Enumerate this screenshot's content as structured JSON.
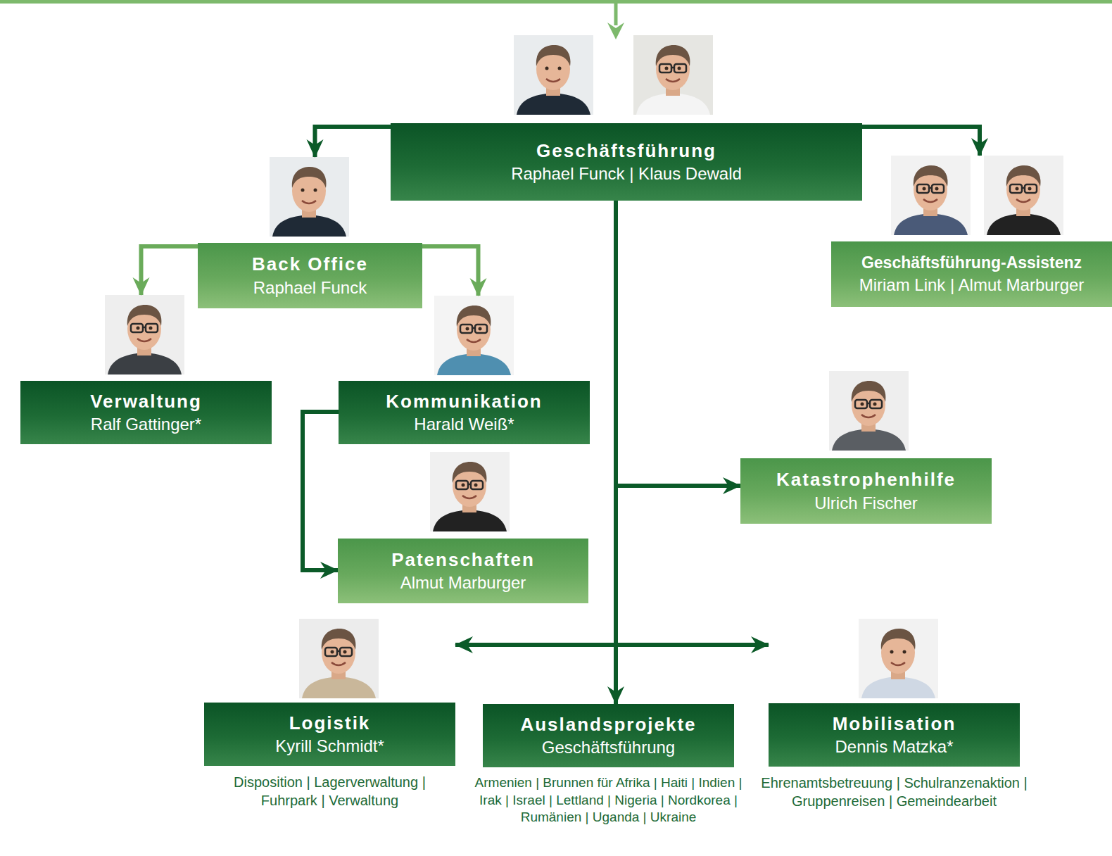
{
  "diagram": {
    "nodes": [
      {
        "text": [
          "Geschäftsführung",
          "Raphael Funck | Klaus Dewald"
        ]
      },
      {
        "text": [
          "Back Office",
          "Raphael Funck"
        ]
      },
      {
        "text": [
          "Geschäftsführung-Assistenz",
          "Miriam Link | Almut Marburger"
        ]
      },
      {
        "text": [
          "Verwaltung",
          "Ralf Gattinger*"
        ]
      },
      {
        "text": [
          "Kommunikation",
          "Harald Weiß*"
        ]
      },
      {
        "text": [
          "Katastrophenhilfe",
          "Ulrich Fischer"
        ]
      },
      {
        "text": [
          "Patenschaften",
          "Almut Marburger"
        ]
      },
      {
        "text": [
          "Logistik",
          "Kyrill Schmidt*",
          "Disposition | Lagerverwaltung | Fuhrpark | Verwaltung"
        ]
      },
      {
        "text": [
          "Auslandsprojekte",
          "Geschäftsführung",
          "Armenien | Brunnen für Afrika | Haiti | Indien | Irak | Israel | Lettland | Nigeria | Nordkorea | Rumänien | Uganda | Ukraine"
        ]
      },
      {
        "text": [
          "Mobilisation",
          "Dennis Matzka*",
          "Ehrenamtsbetreuung | Schulranzenaktion | Gruppenreisen | Gemeindearbeit"
        ]
      }
    ],
    "edges": [
      {
        "from": 0,
        "to": 1,
        "arrow": "to"
      },
      {
        "from": 0,
        "to": 2,
        "arrow": "to"
      },
      {
        "from": 1,
        "to": 3,
        "arrow": "to"
      },
      {
        "from": 1,
        "to": 4,
        "arrow": "to"
      },
      {
        "from": 4,
        "to": 6,
        "arrow": "to"
      },
      {
        "from": 0,
        "to": 5,
        "arrow": "to"
      },
      {
        "from": 0,
        "to": 7,
        "arrow": "to"
      },
      {
        "from": 0,
        "to": 8,
        "arrow": "to"
      },
      {
        "from": 0,
        "to": 9,
        "arrow": "to"
      }
    ]
  }
}
